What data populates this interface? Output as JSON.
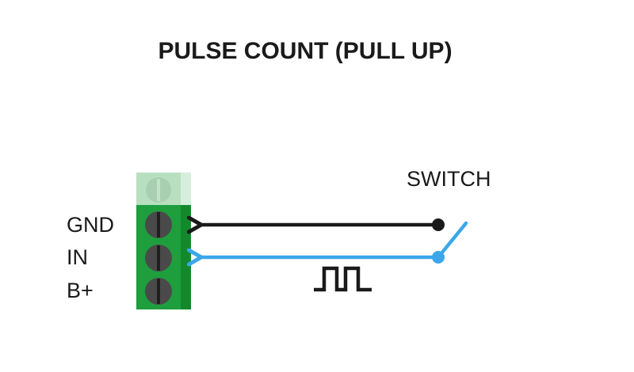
{
  "diagram": {
    "title": "PULSE COUNT (PULL UP)",
    "terminals": [
      {
        "label": "GND"
      },
      {
        "label": "IN"
      },
      {
        "label": "B+"
      }
    ],
    "switch_label": "SWITCH",
    "colors": {
      "block_green": "#1f9e3e",
      "block_dark_green": "#128a2c",
      "block_faded": "#b8e0c0",
      "screw_gray": "#4a4a4a",
      "gnd_wire": "#1a1a1a",
      "in_wire": "#3ba7ea"
    },
    "icons": [
      "arrow-left-icon",
      "pulse-wave-icon",
      "switch-icon"
    ]
  }
}
